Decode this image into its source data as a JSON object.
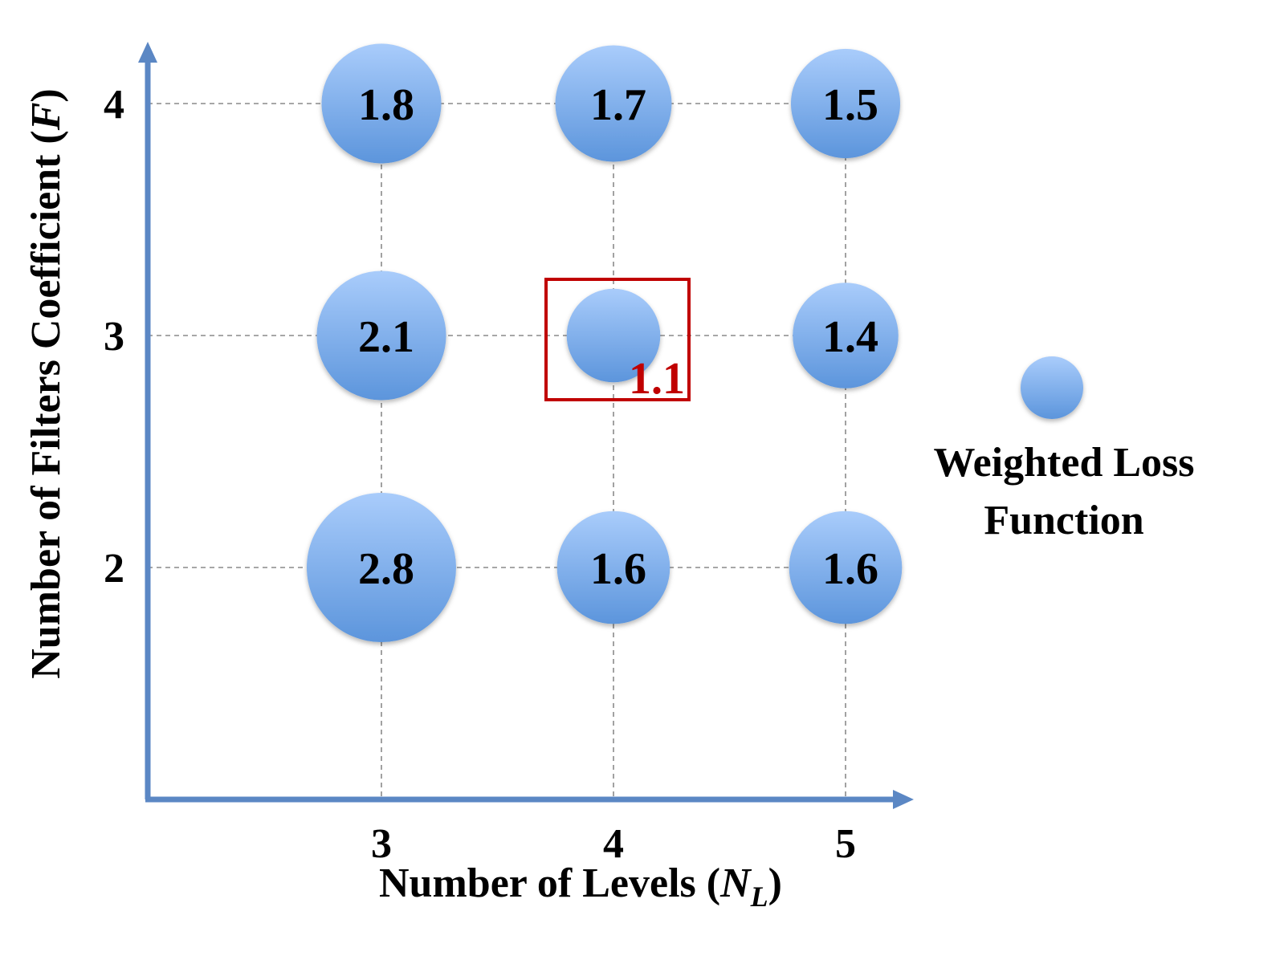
{
  "chart_data": {
    "type": "scatter",
    "subtype": "bubble",
    "title": "",
    "xlabel": {
      "prefix": "Number of Levels (",
      "symbol": "N",
      "subscript": "L",
      "suffix": ")"
    },
    "ylabel": {
      "prefix": "Number of Filters Coefficient  (",
      "symbol": "F",
      "suffix": ")"
    },
    "x_ticks": [
      "3",
      "4",
      "5"
    ],
    "y_ticks": [
      "2",
      "3",
      "4"
    ],
    "x_values": [
      3,
      4,
      5
    ],
    "y_values": [
      2,
      3,
      4
    ],
    "grid": "dashed",
    "points": [
      {
        "x": 3,
        "y": 4,
        "value": 1.8,
        "label": "1.8"
      },
      {
        "x": 4,
        "y": 4,
        "value": 1.7,
        "label": "1.7"
      },
      {
        "x": 5,
        "y": 4,
        "value": 1.5,
        "label": "1.5"
      },
      {
        "x": 3,
        "y": 3,
        "value": 2.1,
        "label": "2.1"
      },
      {
        "x": 4,
        "y": 3,
        "value": 1.1,
        "label": "1.1",
        "highlight": true
      },
      {
        "x": 5,
        "y": 3,
        "value": 1.4,
        "label": "1.4"
      },
      {
        "x": 3,
        "y": 2,
        "value": 2.8,
        "label": "2.8"
      },
      {
        "x": 4,
        "y": 2,
        "value": 1.6,
        "label": "1.6"
      },
      {
        "x": 5,
        "y": 2,
        "value": 1.6,
        "label": "1.6"
      }
    ],
    "legend": {
      "position": "right",
      "label_line1": "Weighted Loss",
      "label_line2": "Function"
    },
    "colors": {
      "bubble_light": "#a9ccfb",
      "bubble_dark": "#5c95dc",
      "bubble_edge": "#5a8fd6",
      "axis": "#5b87c4",
      "grid": "#8a8a8a",
      "highlight": "#c00000",
      "text": "#000000"
    }
  }
}
